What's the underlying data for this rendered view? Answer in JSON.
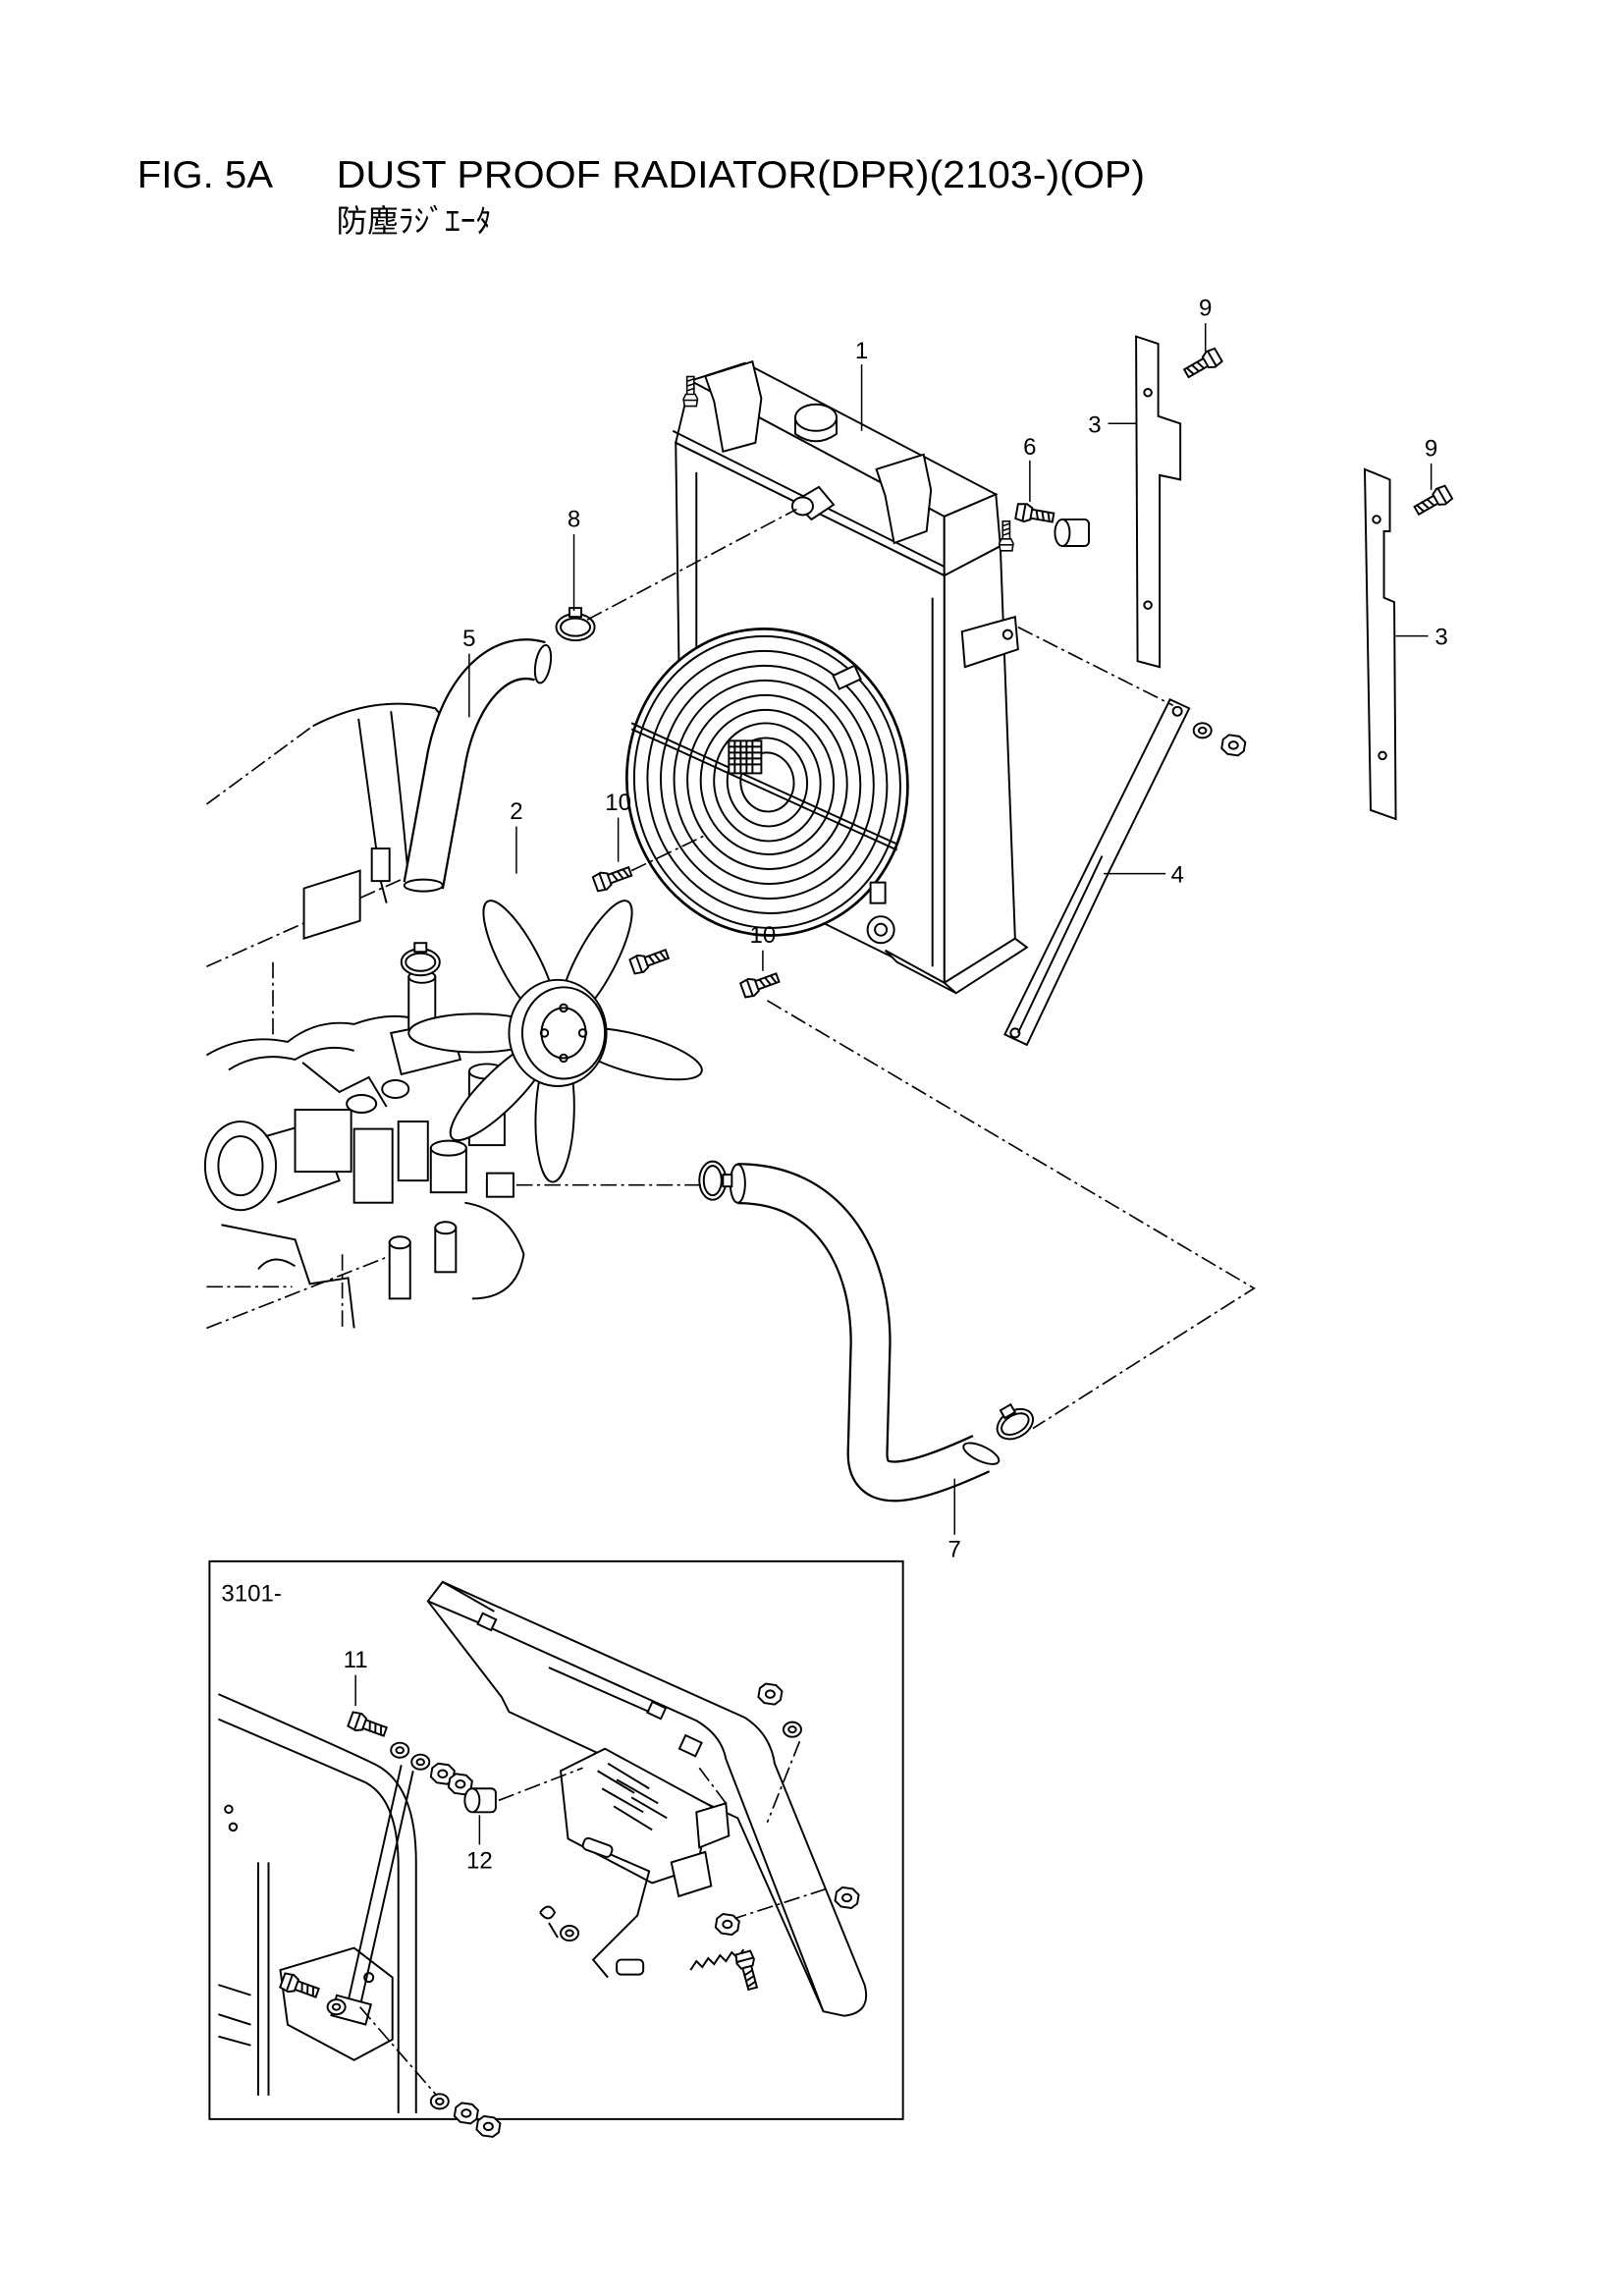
{
  "figure": {
    "id": "FIG. 5A",
    "title": "DUST PROOF RADIATOR(DPR)(2103-)(OP)",
    "subtitle": "防塵ﾗｼﾞｴｰﾀ"
  },
  "callouts": {
    "c1": "1",
    "c2": "2",
    "c3a": "3",
    "c3b": "3",
    "c4": "4",
    "c5": "5",
    "c6": "6",
    "c7": "7",
    "c8": "8",
    "c9a": "9",
    "c9b": "9",
    "c10a": "10",
    "c10b": "10"
  },
  "inset": {
    "label": "3101-",
    "c11": "11",
    "c12": "12"
  }
}
